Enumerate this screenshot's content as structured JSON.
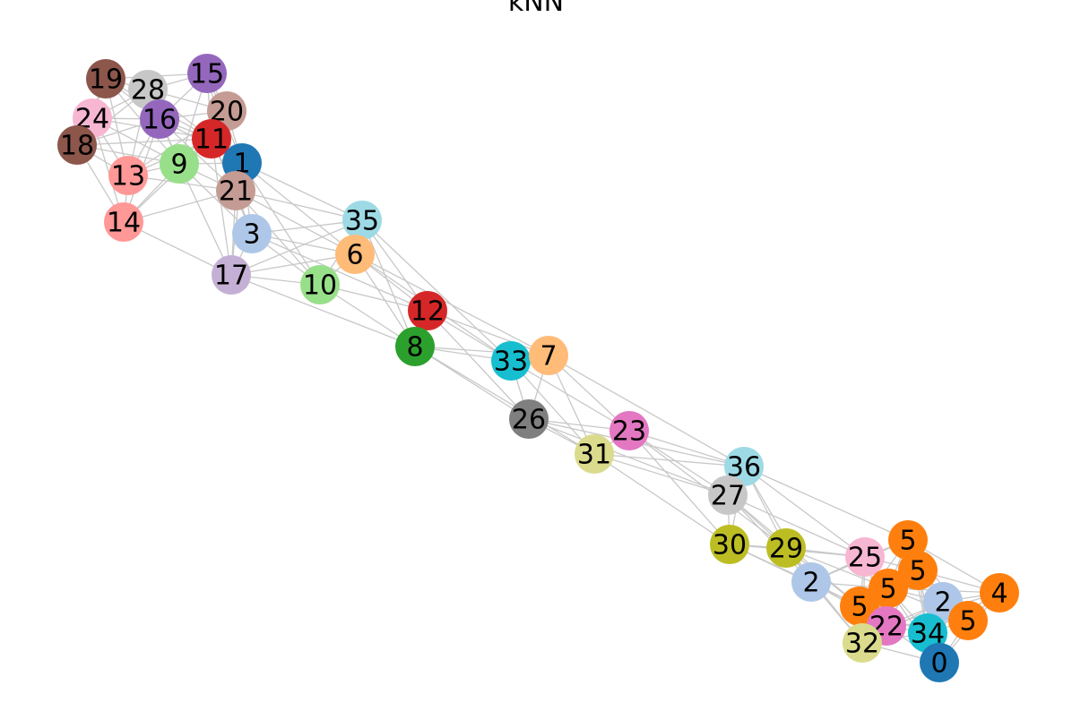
{
  "title": "kNN",
  "edge_color": "#c8c8c8",
  "nodes": [
    {
      "id": "n19",
      "label": "19",
      "color": "#8c564b"
    },
    {
      "id": "n28",
      "label": "28",
      "color": "#c7c7c7"
    },
    {
      "id": "n15",
      "label": "15",
      "color": "#9467bd"
    },
    {
      "id": "n24",
      "label": "24",
      "color": "#f7b6d2"
    },
    {
      "id": "n16",
      "label": "16",
      "color": "#9467bd"
    },
    {
      "id": "n20",
      "label": "20",
      "color": "#c49c94"
    },
    {
      "id": "n18",
      "label": "18",
      "color": "#8c564b"
    },
    {
      "id": "n11",
      "label": "11",
      "color": "#d62728"
    },
    {
      "id": "n9",
      "label": "9",
      "color": "#98df8a"
    },
    {
      "id": "n1",
      "label": "1",
      "color": "#1f77b4"
    },
    {
      "id": "n13",
      "label": "13",
      "color": "#ff9896"
    },
    {
      "id": "n21",
      "label": "21",
      "color": "#c49c94"
    },
    {
      "id": "n14",
      "label": "14",
      "color": "#ff9896"
    },
    {
      "id": "n3",
      "label": "3",
      "color": "#aec7e8"
    },
    {
      "id": "n35",
      "label": "35",
      "color": "#9edae5"
    },
    {
      "id": "n6",
      "label": "6",
      "color": "#ffbb78"
    },
    {
      "id": "n17",
      "label": "17",
      "color": "#c5b0d5"
    },
    {
      "id": "n10",
      "label": "10",
      "color": "#98df8a"
    },
    {
      "id": "n12",
      "label": "12",
      "color": "#d62728"
    },
    {
      "id": "n8",
      "label": "8",
      "color": "#2ca02c"
    },
    {
      "id": "n33",
      "label": "33",
      "color": "#17becf"
    },
    {
      "id": "n7",
      "label": "7",
      "color": "#ffbb78"
    },
    {
      "id": "n26",
      "label": "26",
      "color": "#7f7f7f"
    },
    {
      "id": "n23",
      "label": "23",
      "color": "#e377c2"
    },
    {
      "id": "n31",
      "label": "31",
      "color": "#dbdb8d"
    },
    {
      "id": "n36",
      "label": "36",
      "color": "#9edae5"
    },
    {
      "id": "n27",
      "label": "27",
      "color": "#c7c7c7"
    },
    {
      "id": "n30",
      "label": "30",
      "color": "#bcbd22"
    },
    {
      "id": "n29",
      "label": "29",
      "color": "#bcbd22"
    },
    {
      "id": "n25",
      "label": "25",
      "color": "#f7b6d2"
    },
    {
      "id": "n5a",
      "label": "5",
      "color": "#ff7f0e"
    },
    {
      "id": "n5b",
      "label": "5",
      "color": "#ff7f0e"
    },
    {
      "id": "n2a",
      "label": "2",
      "color": "#aec7e8"
    },
    {
      "id": "n5c",
      "label": "5",
      "color": "#ff7f0e"
    },
    {
      "id": "n4",
      "label": "4",
      "color": "#ff7f0e"
    },
    {
      "id": "n2b",
      "label": "2",
      "color": "#aec7e8"
    },
    {
      "id": "n5d",
      "label": "5",
      "color": "#ff7f0e"
    },
    {
      "id": "n5e",
      "label": "5",
      "color": "#ff7f0e"
    },
    {
      "id": "n22",
      "label": "22",
      "color": "#e377c2"
    },
    {
      "id": "n34",
      "label": "34",
      "color": "#17becf"
    },
    {
      "id": "n32",
      "label": "32",
      "color": "#dbdb8d"
    },
    {
      "id": "n0",
      "label": "0",
      "color": "#1f77b4"
    }
  ]
}
